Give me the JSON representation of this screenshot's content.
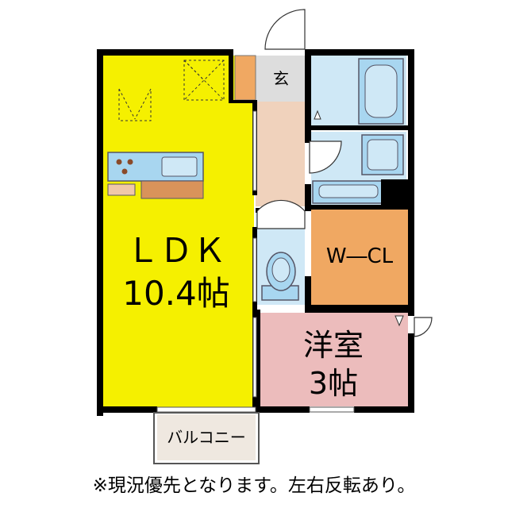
{
  "rooms": {
    "ldk_name": "ＬＤＫ",
    "ldk_size": "10.4帖",
    "entrance": "玄",
    "wcl": "W―CL",
    "western_name": "洋室",
    "western_size": "3帖",
    "balcony": "バルコニー"
  },
  "note": "※現況優先となります。左右反転あり。",
  "colors": {
    "ldk": "#f5f000",
    "entrance_floor": "#f0d2bc",
    "hall": "#f0d2bc",
    "wcl": "#f0a862",
    "western": "#ecbcbc",
    "wet": "#cfe8f6",
    "fixture": "#a8d6f0",
    "counter": "#d9935a",
    "balcony": "#efe8e0",
    "wall": "#000000"
  }
}
